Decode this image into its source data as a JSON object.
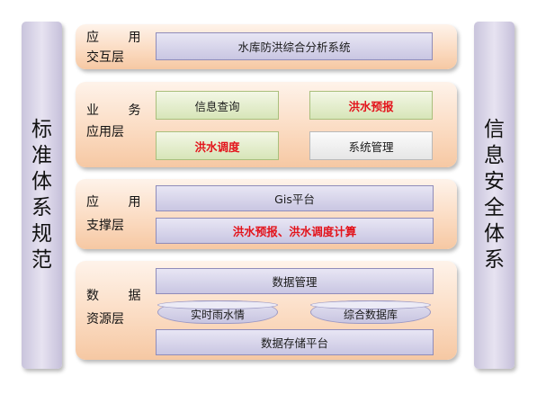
{
  "left_bar": "标准体系规范",
  "right_bar": "信息安全体系",
  "layers": {
    "interaction": {
      "label_line1": "应 用",
      "label_line2": "交互层",
      "main": "水库防洪综合分析系统"
    },
    "business": {
      "label_line1": "业 务",
      "label_line2": "应用层",
      "items": [
        "信息查询",
        "洪水预报",
        "洪水调度",
        "系统管理"
      ]
    },
    "support": {
      "label_line1": "应 用",
      "label_line2": "支撑层",
      "items": [
        "Gis平台",
        "洪水预报、洪水调度计算"
      ]
    },
    "data": {
      "label_line1": "数 据",
      "label_line2": "资源层",
      "mgmt": "数据管理",
      "db1": "实时雨水情",
      "db2": "综合数据库",
      "storage": "数据存储平台"
    }
  },
  "colors": {
    "highlight_text": "#e3131b",
    "layer_fill": "#fbdcc3",
    "side_fill": "#d8d3e8"
  }
}
